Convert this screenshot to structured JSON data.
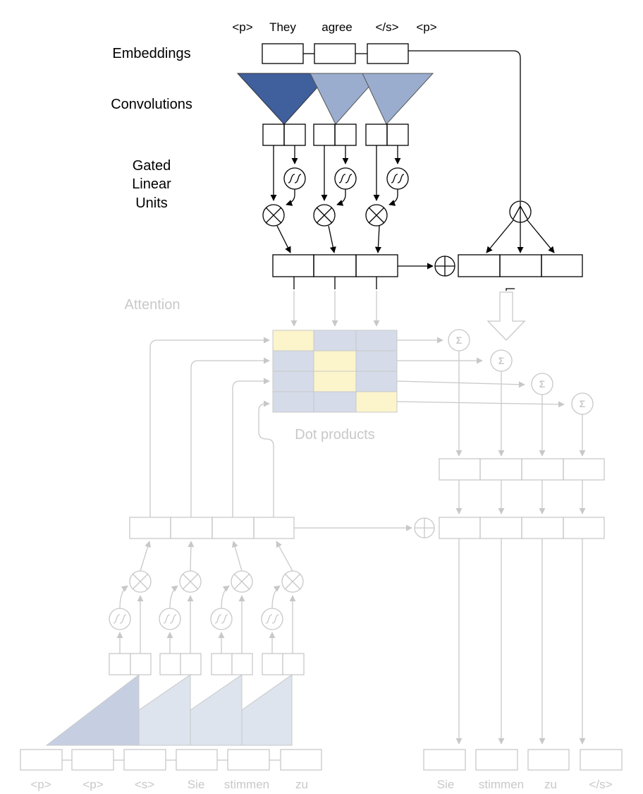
{
  "encoder_tokens": [
    "<p>",
    "They",
    "agree",
    "</s>",
    "<p>"
  ],
  "row_labels": {
    "embeddings": "Embeddings",
    "convolutions": "Convolutions",
    "glu": [
      "Gated",
      "Linear",
      "Units"
    ],
    "attention": "Attention"
  },
  "dot_products_label": "Dot products",
  "operator_symbols": {
    "sum": "Σ"
  },
  "decoder_input_tokens": [
    "<p>",
    "<p>",
    "<s>",
    "Sie",
    "stimmen",
    "zu"
  ],
  "decoder_output_tokens": [
    "Sie",
    "stimmen",
    "zu",
    "</s>"
  ],
  "colors": {
    "conv_dark": "#3f5f9d",
    "conv_light": "#9aadcf",
    "attention_cell": "#d5dbe8",
    "attention_highlight": "#fcf5cc",
    "decoder_conv_fill": "#dde4ee",
    "faint_stroke": "#c8c8c8",
    "dark_stroke": "#000000"
  },
  "icons": [
    "sigmoid-icon",
    "multiply-icon",
    "plus-icon",
    "sum-icon",
    "split-icon",
    "down-arrow-outline-icon"
  ]
}
